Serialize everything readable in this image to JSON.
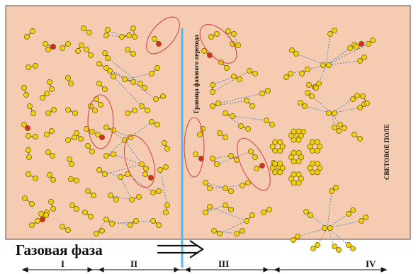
{
  "labels": {
    "gas_phase": "Газовая фаза",
    "phase_boundary": "Граница фазового перехода",
    "light_field": "СВЕТОВОЕ ПОЛЕ"
  },
  "zones": [
    "I",
    "II",
    "III",
    "IV"
  ],
  "colors": {
    "background": "#f5cbb1",
    "boundary": "#5bb5e6",
    "molecule": "#f3d00f",
    "molecule_outline": "#6f5800",
    "excited": "#dd2a20",
    "ellipse": "#d24a4a",
    "bond": "#3c86b8",
    "border": "#4a4a4a"
  }
}
